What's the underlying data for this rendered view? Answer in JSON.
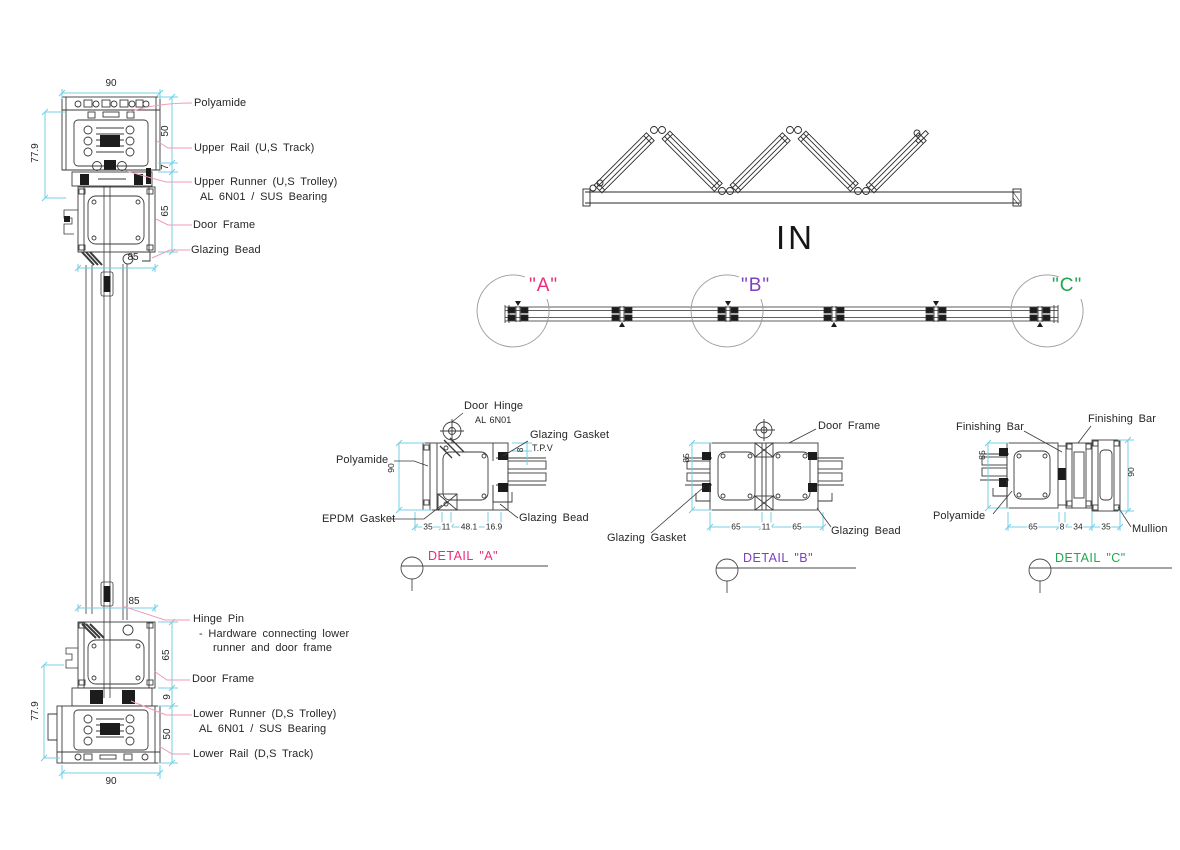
{
  "vs_top": {
    "dim_90": "90",
    "dim_779": "77.9",
    "dim_50": "50",
    "dim_7": "7",
    "dim_65": "65",
    "dim_85": "85",
    "polyamide": "Polyamide",
    "upper_rail": "Upper Rail (U,S Track)",
    "upper_runner1": "Upper Runner (U,S Trolley)",
    "upper_runner2": "AL 6N01 / SUS Bearing",
    "door_frame": "Door Frame",
    "glazing_bead": "Glazing Bead"
  },
  "vs_bottom": {
    "dim_85": "85",
    "dim_65": "65",
    "dim_9": "9",
    "dim_50": "50",
    "dim_90": "90",
    "dim_779": "77.9",
    "hinge_pin": "Hinge Pin",
    "hinge_note1": "- Hardware connecting lower",
    "hinge_note2": "runner and door frame",
    "door_frame": "Door Frame",
    "lower_runner1": "Lower Runner (D,S Trolley)",
    "lower_runner2": "AL 6N01 / SUS Bearing",
    "lower_rail": "Lower Rail (D,S Track)"
  },
  "plan": {
    "in_label": "IN",
    "ref_a": "\"A\"",
    "ref_b": "\"B\"",
    "ref_c": "\"C\""
  },
  "da": {
    "title": "DETAIL \"A\"",
    "door_hinge": "Door Hinge",
    "door_hinge_sub": "AL 6N01",
    "glazing_gasket": "Glazing Gasket",
    "glazing_gasket_sub": "T.P.V",
    "polyamide": "Polyamide",
    "epdm": "EPDM Gasket",
    "glazing_bead": "Glazing Bead",
    "d1": "35",
    "d2": "11",
    "d3": "48.1",
    "d4": "16.9",
    "h": "90",
    "g": "8"
  },
  "db": {
    "title": "DETAIL \"B\"",
    "door_frame": "Door Frame",
    "glazing_gasket": "Glazing Gasket",
    "glazing_bead": "Glazing Bead",
    "d1": "65",
    "d2": "11",
    "d3": "65",
    "h": "85"
  },
  "dc": {
    "title": "DETAIL \"C\"",
    "fbar_l": "Finishing Bar",
    "fbar_r": "Finishing Bar",
    "polyamide": "Polyamide",
    "mullion": "Mullion",
    "d1": "65",
    "d2": "8",
    "d3": "34",
    "d4": "35",
    "hl": "85",
    "hr": "90"
  },
  "colors": {
    "dimension_line": "#74cfe4",
    "leader_line": "#f29ab8",
    "detail_a_accent": "#ee2a7b",
    "detail_b_accent": "#7d3fbf",
    "detail_c_accent": "#1fa84f",
    "line_color": "#3a3a3a"
  }
}
